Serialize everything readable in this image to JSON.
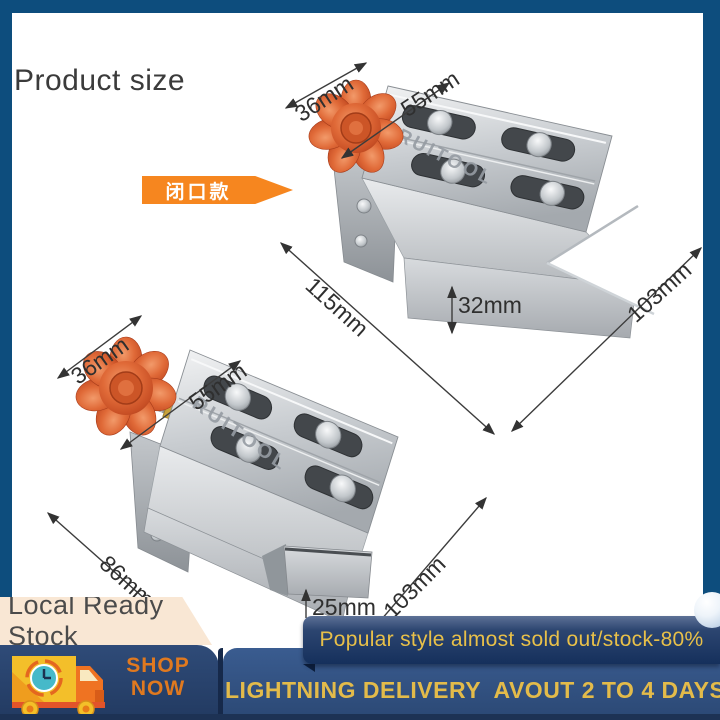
{
  "header": {
    "title": "Product size"
  },
  "variant_tag": {
    "label": "闭口款"
  },
  "brand": {
    "name": "RUITOOL"
  },
  "annotations": {
    "top_product": {
      "knob_width": "36mm",
      "rail_width": "55mm",
      "body_length": "115mm",
      "body_depth": "103mm",
      "flange_height": "32mm"
    },
    "bottom_product": {
      "knob_width": "36mm",
      "rail_width": "55mm",
      "body_length": "86mm",
      "flange_height": "25mm",
      "body_depth": "103mm"
    }
  },
  "footer": {
    "ready_stock": "Local Ready Stock",
    "shop_line1": "SHOP",
    "shop_line2": "NOW",
    "promo": "Popular style almost sold out/stock-80%",
    "delivery": "LIGHTNING DELIVERY  AVOUT 2 TO 4 DAYS"
  },
  "colors": {
    "frame_blue": "#0d4d7d",
    "accent_orange": "#f6861f",
    "gold_text": "#e3bb4a",
    "footer_navy": "#2d4b7a",
    "ribbon_navy": "#16305c",
    "knob_orange": "#d85a2e",
    "stock_banner_peach": "#f9e7d4"
  }
}
